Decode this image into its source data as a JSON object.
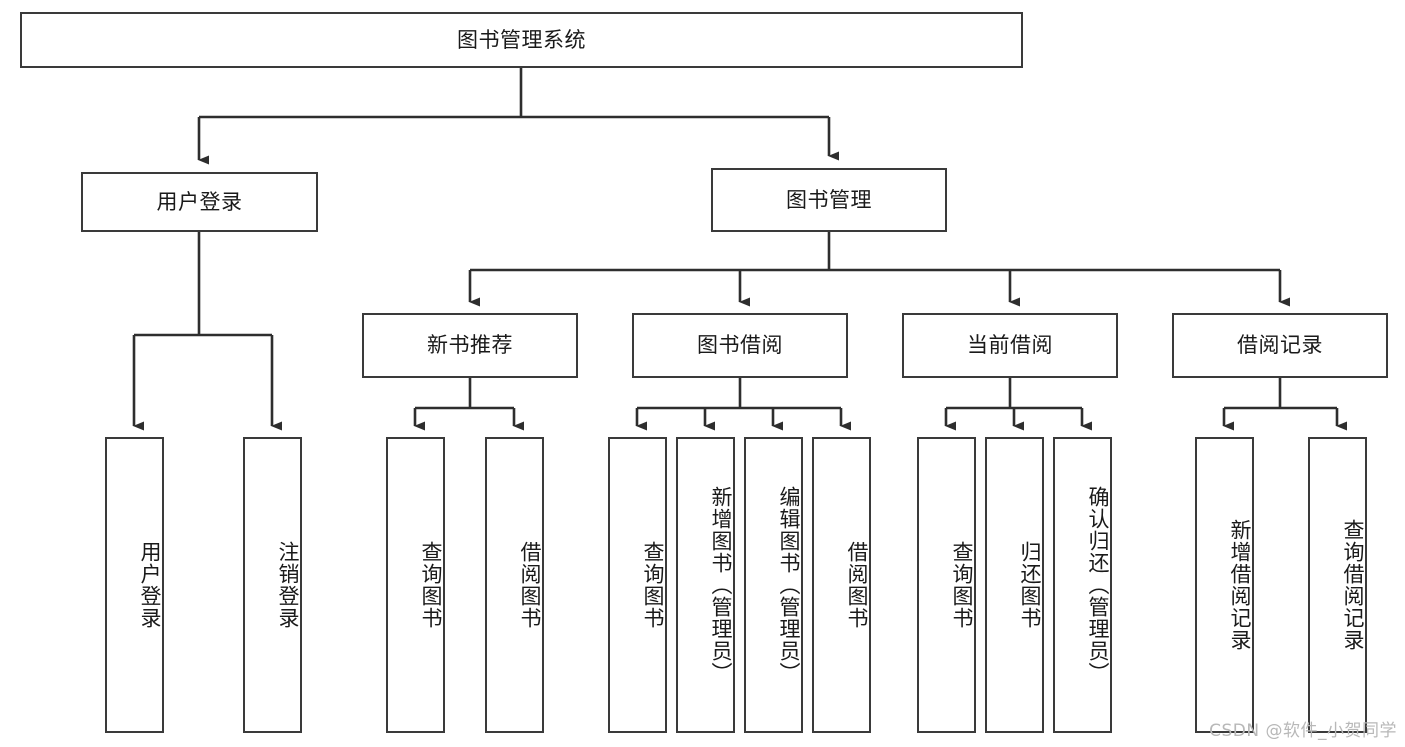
{
  "diagram": {
    "type": "tree-hierarchy",
    "title": "图书管理系统",
    "watermark": "CSDN @软件_小贺同学",
    "colors": {
      "box_border": "#3a3a3a",
      "box_fill": "#ffffff",
      "connector": "#2e2e2e",
      "text": "#1a1a1a",
      "watermark": "#b8b8b8",
      "background": "#ffffff"
    },
    "root": {
      "id": "root",
      "label": "图书管理系统"
    },
    "level2": [
      {
        "id": "user-login",
        "label": "用户登录"
      },
      {
        "id": "book-management",
        "label": "图书管理"
      }
    ],
    "level3": [
      {
        "id": "new-book-recommend",
        "label": "新书推荐",
        "parent": "book-management"
      },
      {
        "id": "book-borrow",
        "label": "图书借阅",
        "parent": "book-management"
      },
      {
        "id": "current-borrow",
        "label": "当前借阅",
        "parent": "book-management"
      },
      {
        "id": "borrow-record",
        "label": "借阅记录",
        "parent": "book-management"
      }
    ],
    "leaves": {
      "user_login": [
        {
          "id": "leaf-user-login",
          "label": "用户登录"
        },
        {
          "id": "leaf-logout",
          "label": "注销登录"
        }
      ],
      "new_book_recommend": [
        {
          "id": "leaf-query-book-1",
          "label": "查询图书"
        },
        {
          "id": "leaf-borrow-book-1",
          "label": "借阅图书"
        }
      ],
      "book_borrow": [
        {
          "id": "leaf-query-book-2",
          "label": "查询图书"
        },
        {
          "id": "leaf-add-book",
          "label": "新增图书（管理员）"
        },
        {
          "id": "leaf-edit-book",
          "label": "编辑图书（管理员）"
        },
        {
          "id": "leaf-borrow-book-2",
          "label": "借阅图书"
        }
      ],
      "current_borrow": [
        {
          "id": "leaf-query-book-3",
          "label": "查询图书"
        },
        {
          "id": "leaf-return-book",
          "label": "归还图书"
        },
        {
          "id": "leaf-confirm-return",
          "label": "确认归还（管理员）"
        }
      ],
      "borrow_record": [
        {
          "id": "leaf-add-record",
          "label": "新增借阅记录"
        },
        {
          "id": "leaf-query-record",
          "label": "查询借阅记录"
        }
      ]
    }
  }
}
